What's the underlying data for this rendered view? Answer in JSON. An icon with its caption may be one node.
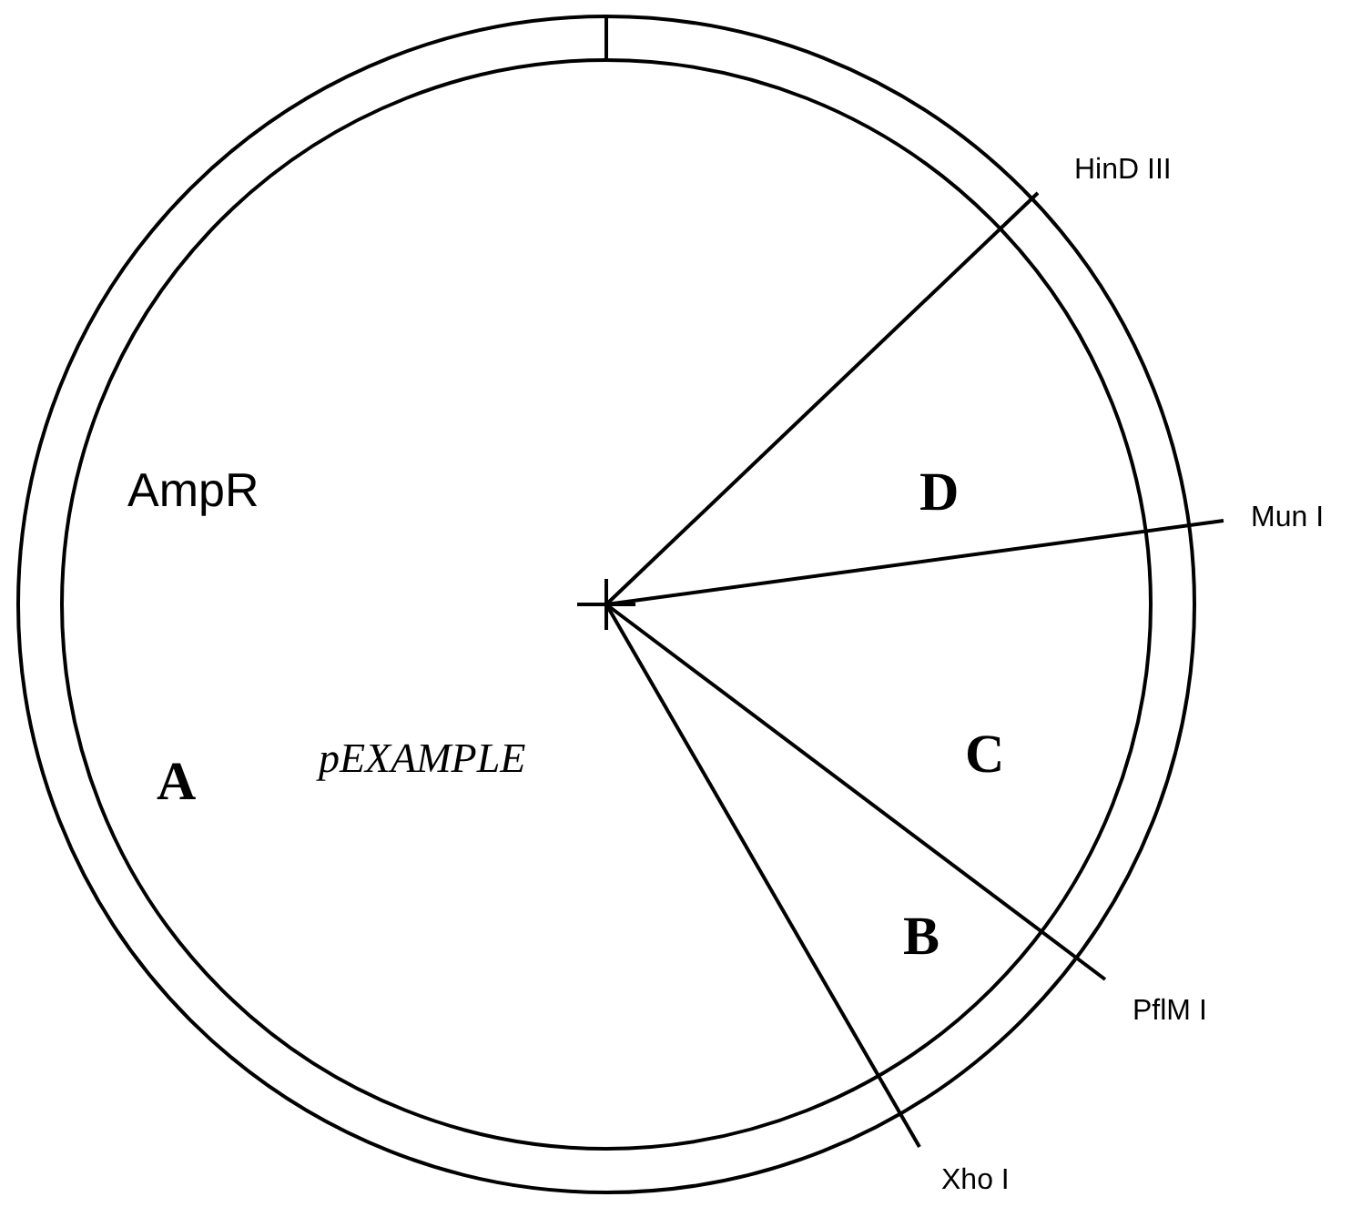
{
  "diagram": {
    "labels": [
      "HinD III",
      "AmpR",
      "D",
      "Mun I",
      "C",
      "A",
      "pEXAMPLE",
      "B",
      "PflM I",
      "Xho I"
    ]
  }
}
